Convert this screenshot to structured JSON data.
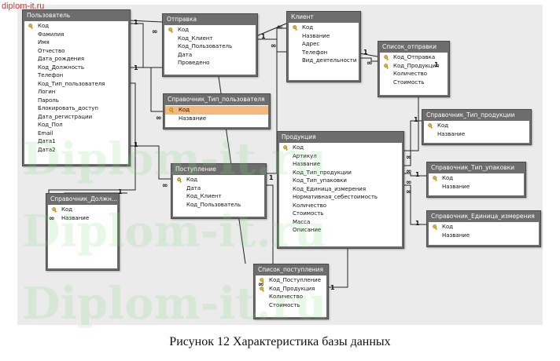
{
  "site_link": "diplom-it.ru",
  "watermark": "Diplom-it.ru",
  "caption": "Рисунок 12 Характеристика базы данных",
  "tables": [
    {
      "name": "Пользователь",
      "fields": [
        {
          "label": "Код",
          "key": true
        },
        {
          "label": "Фамилия"
        },
        {
          "label": "Имя"
        },
        {
          "label": "Отчество"
        },
        {
          "label": "Дата_рождения"
        },
        {
          "label": "Код_Должность"
        },
        {
          "label": "Телефон"
        },
        {
          "label": "Код_Тип_пользователя"
        },
        {
          "label": "Логин"
        },
        {
          "label": "Пароль"
        },
        {
          "label": "Блокировать_доступ"
        },
        {
          "label": "Дата_регистрации"
        },
        {
          "label": "Код_Пол"
        },
        {
          "label": "Email"
        },
        {
          "label": "Дата1"
        },
        {
          "label": "Дата2"
        }
      ]
    },
    {
      "name": "Отправка",
      "fields": [
        {
          "label": "Код",
          "key": true
        },
        {
          "label": "Код_Клиент"
        },
        {
          "label": "Код_Пользователь"
        },
        {
          "label": "Дата"
        },
        {
          "label": "Проведено"
        }
      ]
    },
    {
      "name": "Клиент",
      "fields": [
        {
          "label": "Код",
          "key": true
        },
        {
          "label": "Название"
        },
        {
          "label": "Адрес"
        },
        {
          "label": "Телефон"
        },
        {
          "label": "Вид_деятельности"
        }
      ]
    },
    {
      "name": "Список_отправки",
      "fields": [
        {
          "label": "Код_Отправка",
          "key": true
        },
        {
          "label": "Код_Продукция",
          "key": true
        },
        {
          "label": "Количество"
        },
        {
          "label": "Стоимость"
        }
      ]
    },
    {
      "name": "Справочник_Тип_пользователя",
      "fields": [
        {
          "label": "Код",
          "key": true,
          "selected": true
        },
        {
          "label": "Название"
        }
      ]
    },
    {
      "name": "Справочник_Тип_продукции",
      "fields": [
        {
          "label": "Код",
          "key": true
        },
        {
          "label": "Название"
        }
      ]
    },
    {
      "name": "Продукция",
      "fields": [
        {
          "label": "Код",
          "key": true
        },
        {
          "label": "Артикул"
        },
        {
          "label": "Название"
        },
        {
          "label": "Код_Тип_продукции"
        },
        {
          "label": "Код_Тип_упаковки"
        },
        {
          "label": "Код_Единица_измерения"
        },
        {
          "label": "Нормативная_себестоимость"
        },
        {
          "label": "Количество"
        },
        {
          "label": "Стоимость"
        },
        {
          "label": "Масса"
        },
        {
          "label": "Описание"
        }
      ]
    },
    {
      "name": "Справочник_Тип_упаковки",
      "fields": [
        {
          "label": "Код",
          "key": true
        },
        {
          "label": "Название"
        }
      ]
    },
    {
      "name": "Поступление",
      "fields": [
        {
          "label": "Код",
          "key": true
        },
        {
          "label": "Дата"
        },
        {
          "label": "Код_Клиент"
        },
        {
          "label": "Код_Пользователь"
        }
      ]
    },
    {
      "name": "Справочник_Должн...",
      "fields": [
        {
          "label": "Код",
          "key": true
        },
        {
          "label": "Название"
        }
      ]
    },
    {
      "name": "Справочник_Единица_измерения",
      "fields": [
        {
          "label": "Код",
          "key": true
        },
        {
          "label": "Название"
        }
      ]
    },
    {
      "name": "Список_поступления",
      "fields": [
        {
          "label": "Код_Поступление",
          "key": true
        },
        {
          "label": "Код_Продукция",
          "key": true
        },
        {
          "label": "Количество"
        },
        {
          "label": "Стоимость"
        }
      ]
    }
  ],
  "relationship_marks": {
    "one": "1",
    "many": "∞"
  }
}
